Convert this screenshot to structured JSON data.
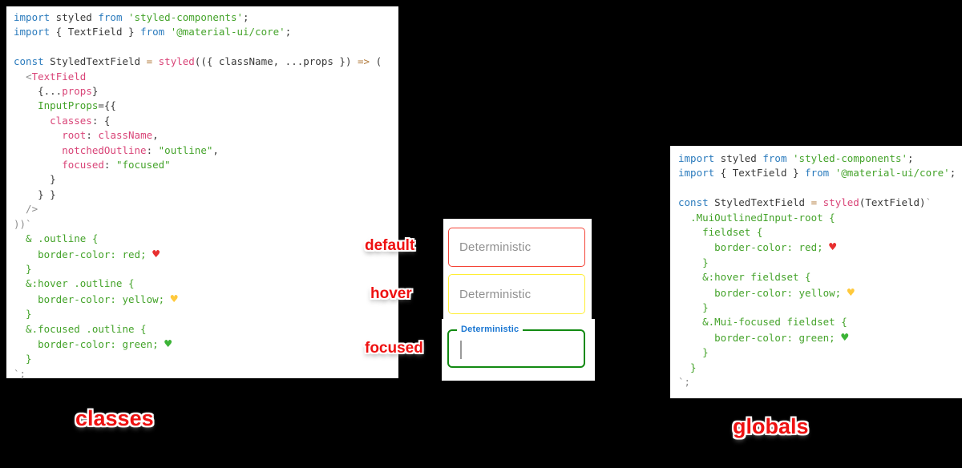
{
  "captions": {
    "left": "classes",
    "right": "globals"
  },
  "state_labels": {
    "default": "default",
    "hover": "hover",
    "focused": "focused"
  },
  "textfields": {
    "default": {
      "placeholder": "Deterministic",
      "border_color": "#f44336"
    },
    "hover": {
      "placeholder": "Deterministic",
      "border_color": "#ffee33"
    },
    "focused": {
      "label": "Deterministic",
      "border_color": "#128a12",
      "label_color": "#1976d2"
    }
  },
  "colors": {
    "page_bg": "#000000",
    "code_bg": "#ffffff",
    "annotation_red": "#ee1111",
    "keyword_blue": "#2b7bbd",
    "string_green": "#44a32a",
    "identifier_pink": "#d94578",
    "operator_orange": "#b0793a"
  },
  "left_code": {
    "lines": [
      [
        {
          "t": "import",
          "c": "kw"
        },
        {
          "t": " styled ",
          "c": "pl"
        },
        {
          "t": "from",
          "c": "kw"
        },
        {
          "t": " ",
          "c": "pl"
        },
        {
          "t": "'styled-components'",
          "c": "str"
        },
        {
          "t": ";",
          "c": "pl"
        }
      ],
      [
        {
          "t": "import",
          "c": "kw"
        },
        {
          "t": " { TextField } ",
          "c": "pl"
        },
        {
          "t": "from",
          "c": "kw"
        },
        {
          "t": " ",
          "c": "pl"
        },
        {
          "t": "'@material-ui/core'",
          "c": "str"
        },
        {
          "t": ";",
          "c": "pl"
        }
      ],
      [],
      [
        {
          "t": "const",
          "c": "kw"
        },
        {
          "t": " StyledTextField ",
          "c": "pl"
        },
        {
          "t": "=",
          "c": "op"
        },
        {
          "t": " ",
          "c": "pl"
        },
        {
          "t": "styled",
          "c": "pk"
        },
        {
          "t": "(({ className, ...props }) ",
          "c": "pl"
        },
        {
          "t": "=>",
          "c": "op"
        },
        {
          "t": " (",
          "c": "pl"
        }
      ],
      [
        {
          "t": "  ",
          "c": "pl"
        },
        {
          "t": "<",
          "c": "gr"
        },
        {
          "t": "TextField",
          "c": "pk"
        }
      ],
      [
        {
          "t": "    {...",
          "c": "pl"
        },
        {
          "t": "props",
          "c": "pk"
        },
        {
          "t": "}",
          "c": "pl"
        }
      ],
      [
        {
          "t": "    ",
          "c": "pl"
        },
        {
          "t": "InputProps",
          "c": "str"
        },
        {
          "t": "={{",
          "c": "pl"
        }
      ],
      [
        {
          "t": "      ",
          "c": "pl"
        },
        {
          "t": "classes",
          "c": "pk"
        },
        {
          "t": ": {",
          "c": "pl"
        }
      ],
      [
        {
          "t": "        ",
          "c": "pl"
        },
        {
          "t": "root",
          "c": "pk"
        },
        {
          "t": ": ",
          "c": "pl"
        },
        {
          "t": "className",
          "c": "pk"
        },
        {
          "t": ",",
          "c": "pl"
        }
      ],
      [
        {
          "t": "        ",
          "c": "pl"
        },
        {
          "t": "notchedOutline",
          "c": "pk"
        },
        {
          "t": ": ",
          "c": "pl"
        },
        {
          "t": "\"outline\"",
          "c": "str"
        },
        {
          "t": ",",
          "c": "pl"
        }
      ],
      [
        {
          "t": "        ",
          "c": "pl"
        },
        {
          "t": "focused",
          "c": "pk"
        },
        {
          "t": ": ",
          "c": "pl"
        },
        {
          "t": "\"focused\"",
          "c": "str"
        }
      ],
      [
        {
          "t": "      }",
          "c": "pl"
        }
      ],
      [
        {
          "t": "    } }",
          "c": "pl"
        }
      ],
      [
        {
          "t": "  />",
          "c": "gr"
        }
      ],
      [
        {
          "t": "))`",
          "c": "gr"
        }
      ],
      [
        {
          "t": "  & .outline {",
          "c": "css"
        }
      ],
      [
        {
          "t": "    border-color: red; ",
          "c": "css"
        },
        {
          "t": "♥",
          "c": "hr"
        }
      ],
      [
        {
          "t": "  }",
          "c": "css"
        }
      ],
      [
        {
          "t": "  &:hover .outline {",
          "c": "css"
        }
      ],
      [
        {
          "t": "    border-color: yellow; ",
          "c": "css"
        },
        {
          "t": "♥",
          "c": "hy"
        }
      ],
      [
        {
          "t": "  }",
          "c": "css"
        }
      ],
      [
        {
          "t": "  &.focused .outline {",
          "c": "css"
        }
      ],
      [
        {
          "t": "    border-color: green; ",
          "c": "css"
        },
        {
          "t": "♥",
          "c": "hg"
        }
      ],
      [
        {
          "t": "  }",
          "c": "css"
        }
      ],
      [
        {
          "t": "`;",
          "c": "gr"
        }
      ]
    ]
  },
  "right_code": {
    "lines": [
      [
        {
          "t": "import",
          "c": "kw"
        },
        {
          "t": " styled ",
          "c": "pl"
        },
        {
          "t": "from",
          "c": "kw"
        },
        {
          "t": " ",
          "c": "pl"
        },
        {
          "t": "'styled-components'",
          "c": "str"
        },
        {
          "t": ";",
          "c": "pl"
        }
      ],
      [
        {
          "t": "import",
          "c": "kw"
        },
        {
          "t": " { TextField } ",
          "c": "pl"
        },
        {
          "t": "from",
          "c": "kw"
        },
        {
          "t": " ",
          "c": "pl"
        },
        {
          "t": "'@material-ui/core'",
          "c": "str"
        },
        {
          "t": ";",
          "c": "pl"
        }
      ],
      [],
      [
        {
          "t": "const",
          "c": "kw"
        },
        {
          "t": " StyledTextField ",
          "c": "pl"
        },
        {
          "t": "=",
          "c": "op"
        },
        {
          "t": " ",
          "c": "pl"
        },
        {
          "t": "styled",
          "c": "pk"
        },
        {
          "t": "(TextField)",
          "c": "pl"
        },
        {
          "t": "`",
          "c": "gr"
        }
      ],
      [
        {
          "t": "  .MuiOutlinedInput-root {",
          "c": "css"
        }
      ],
      [
        {
          "t": "    fieldset {",
          "c": "css"
        }
      ],
      [
        {
          "t": "      border-color: red; ",
          "c": "css"
        },
        {
          "t": "♥",
          "c": "hr"
        }
      ],
      [
        {
          "t": "    }",
          "c": "css"
        }
      ],
      [
        {
          "t": "    &:hover fieldset {",
          "c": "css"
        }
      ],
      [
        {
          "t": "      border-color: yellow; ",
          "c": "css"
        },
        {
          "t": "♥",
          "c": "hy"
        }
      ],
      [
        {
          "t": "    }",
          "c": "css"
        }
      ],
      [
        {
          "t": "    &.Mui-focused fieldset {",
          "c": "css"
        }
      ],
      [
        {
          "t": "      border-color: green; ",
          "c": "css"
        },
        {
          "t": "♥",
          "c": "hg"
        }
      ],
      [
        {
          "t": "    }",
          "c": "css"
        }
      ],
      [
        {
          "t": "  }",
          "c": "css"
        }
      ],
      [
        {
          "t": "`;",
          "c": "gr"
        }
      ]
    ]
  }
}
